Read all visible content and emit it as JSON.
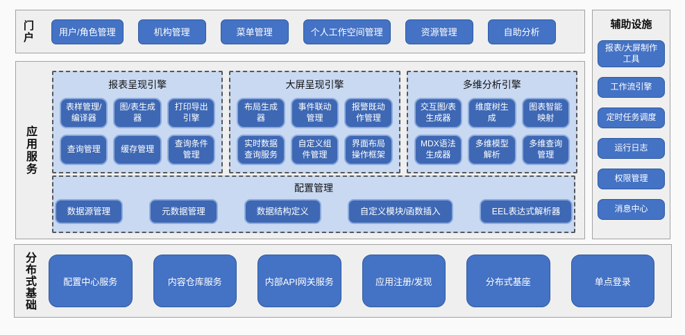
{
  "colors": {
    "node_fill": "#4472c4",
    "node_border": "#2e5aa0",
    "inner_node_fill": "#3e68b4",
    "inner_node_border": "#8cabdc",
    "group_bg": "#c9d9f2",
    "group_dash_border": "#565656",
    "section_bg": "#efefef",
    "section_border": "#a0a0a0",
    "text_on_node": "#ffffff"
  },
  "portal": {
    "label": "门户",
    "buttons": [
      "用户/角色管理",
      "机构管理",
      "菜单管理",
      "个人工作空间管理",
      "资源管理",
      "自助分析"
    ]
  },
  "app": {
    "label": "应用服务",
    "groups": [
      {
        "title": "报表呈现引擎",
        "buttons": [
          "表样管理/编译器",
          "图/表生成器",
          "打印导出引擎",
          "查询管理",
          "缓存管理",
          "查询条件管理"
        ]
      },
      {
        "title": "大屏呈现引擎",
        "buttons": [
          "布局生成器",
          "事件联动管理",
          "报警既动作管理",
          "实时数据查询服务",
          "自定义组件管理",
          "界面布局操作框架"
        ]
      },
      {
        "title": "多维分析引擎",
        "buttons": [
          "交互图/表生成器",
          "维度树生成",
          "图表智能映射",
          "MDX语法生成器",
          "多维模型解析",
          "多维查询管理"
        ]
      }
    ],
    "config": {
      "title": "配置管理",
      "buttons": [
        "数据源管理",
        "元数据管理",
        "数据结构定义",
        "自定义模块/函数插入",
        "EEL表达式解析器"
      ]
    }
  },
  "auxiliary": {
    "title": "辅助设施",
    "buttons": [
      "报表/大屏制作工具",
      "工作流引擎",
      "定时任务调度",
      "运行日志",
      "权限管理",
      "消息中心"
    ]
  },
  "distributed": {
    "label": "分布式基础",
    "buttons": [
      "配置中心服务",
      "内容仓库服务",
      "内部API网关服务",
      "应用注册/发现",
      "分布式基座",
      "单点登录"
    ]
  }
}
